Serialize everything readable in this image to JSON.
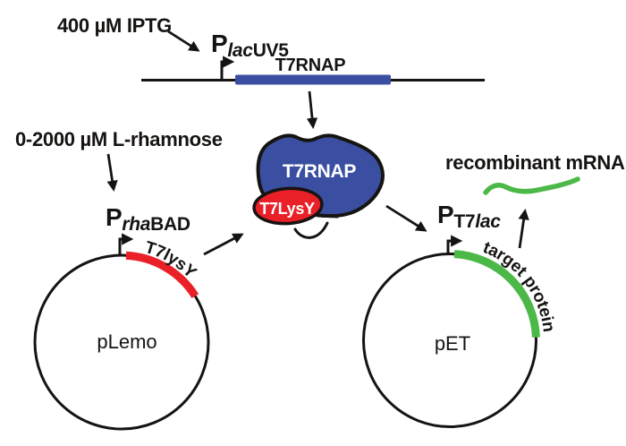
{
  "colors": {
    "blue": "#3b4fa2",
    "red": "#ea2028",
    "green": "#4cb848",
    "ink": "#161412"
  },
  "inducers": {
    "iptg": "400 µM IPTG",
    "rhamnose": "0-2000 µM L-rhamnose"
  },
  "promoters": {
    "placuv5": {
      "p": "P",
      "italic": "lac",
      "rest": "UV5"
    },
    "prhabad": {
      "p": "P",
      "italic": "rha",
      "rest": "BAD"
    },
    "pt7lac": {
      "p": "P",
      "sub": "T7",
      "italic": "lac"
    }
  },
  "genes": {
    "t7rnap": "T7RNAP",
    "t7lysy": "T7lysY",
    "target_protein": "target protein"
  },
  "proteins": {
    "t7rnap": "T7RNAP",
    "t7lysy": "T7LysY"
  },
  "plasmids": {
    "left": "pLemo",
    "right": "pET"
  },
  "rna": {
    "label": "recombinant mRNA"
  }
}
